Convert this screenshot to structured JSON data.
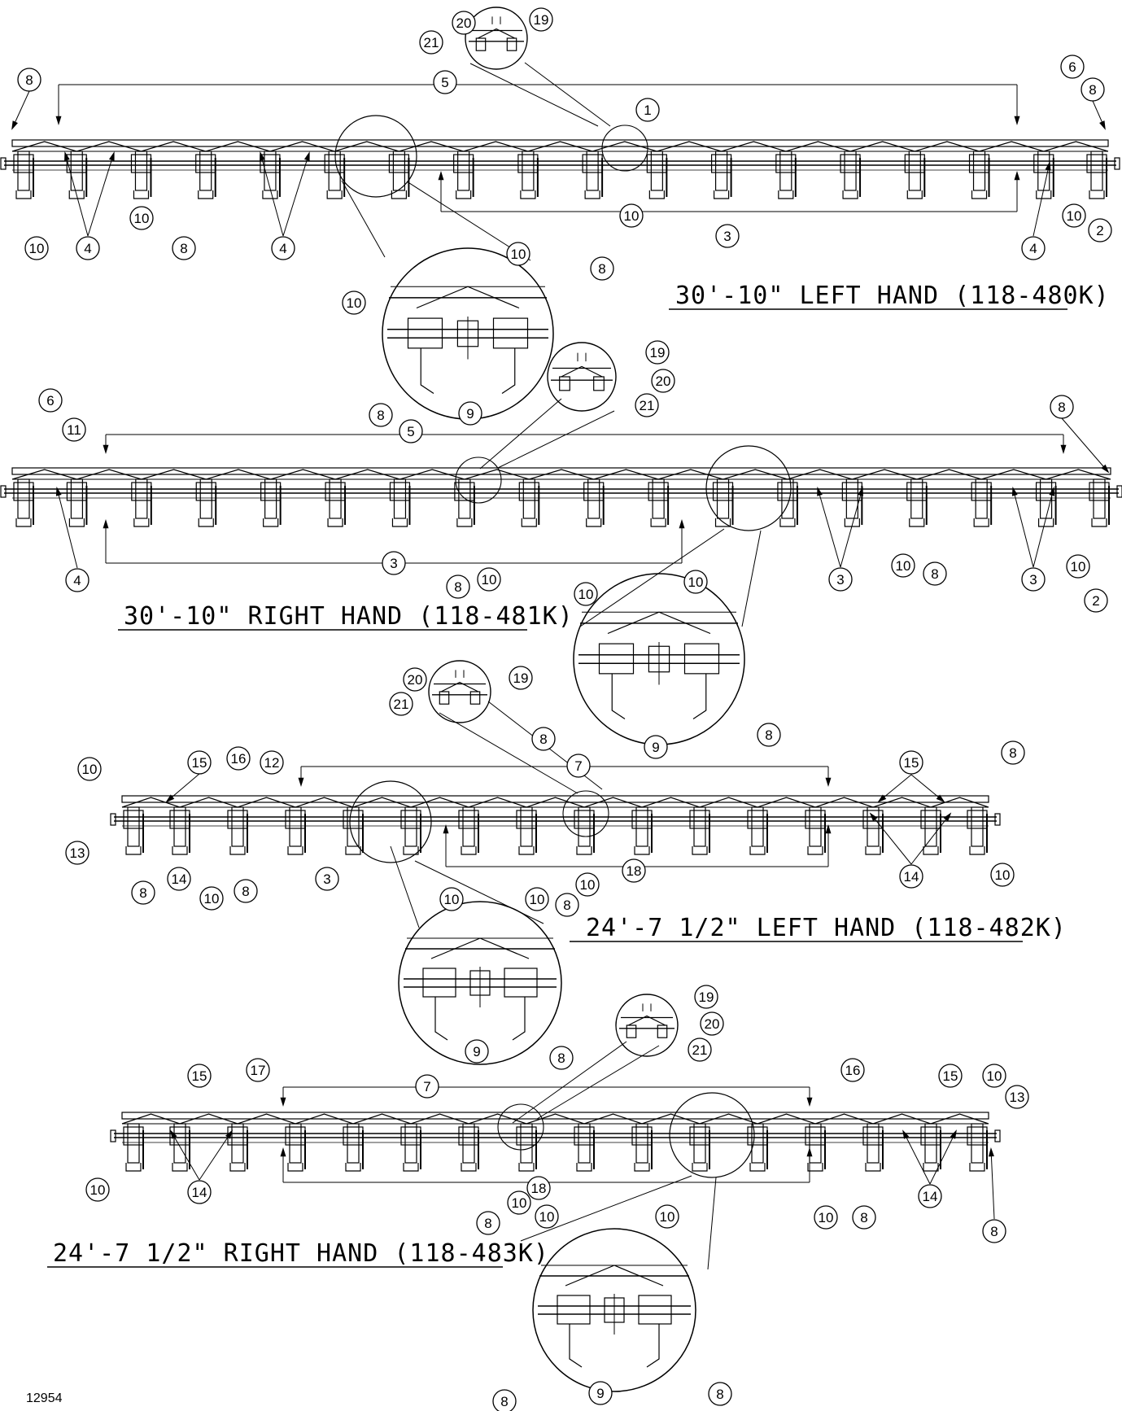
{
  "figure_number": "12954",
  "assemblies": [
    {
      "id": "a1",
      "title": "30'-10\" LEFT HAND (118-480K)",
      "callouts": [
        "1",
        "2",
        "3",
        "4",
        "5",
        "6",
        "8",
        "10",
        "19",
        "20",
        "21"
      ],
      "detail_callouts": [
        "8",
        "9",
        "10"
      ]
    },
    {
      "id": "a2",
      "title": "30'-10\" RIGHT HAND (118-481K)",
      "callouts": [
        "2",
        "3",
        "4",
        "5",
        "6",
        "8",
        "10",
        "11",
        "19",
        "20",
        "21"
      ],
      "detail_callouts": [
        "8",
        "9",
        "10"
      ]
    },
    {
      "id": "a3",
      "title": "24'-7 1/2\" LEFT HAND (118-482K)",
      "callouts": [
        "3",
        "7",
        "8",
        "10",
        "12",
        "13",
        "14",
        "15",
        "16",
        "18",
        "19",
        "20",
        "21"
      ],
      "detail_callouts": [
        "8",
        "9",
        "10"
      ]
    },
    {
      "id": "a4",
      "title": "24'-7 1/2\" RIGHT HAND (118-483K)",
      "callouts": [
        "7",
        "8",
        "10",
        "13",
        "14",
        "15",
        "16",
        "17",
        "18",
        "19",
        "20",
        "21"
      ],
      "detail_callouts": [
        "8",
        "9",
        "10"
      ]
    }
  ]
}
